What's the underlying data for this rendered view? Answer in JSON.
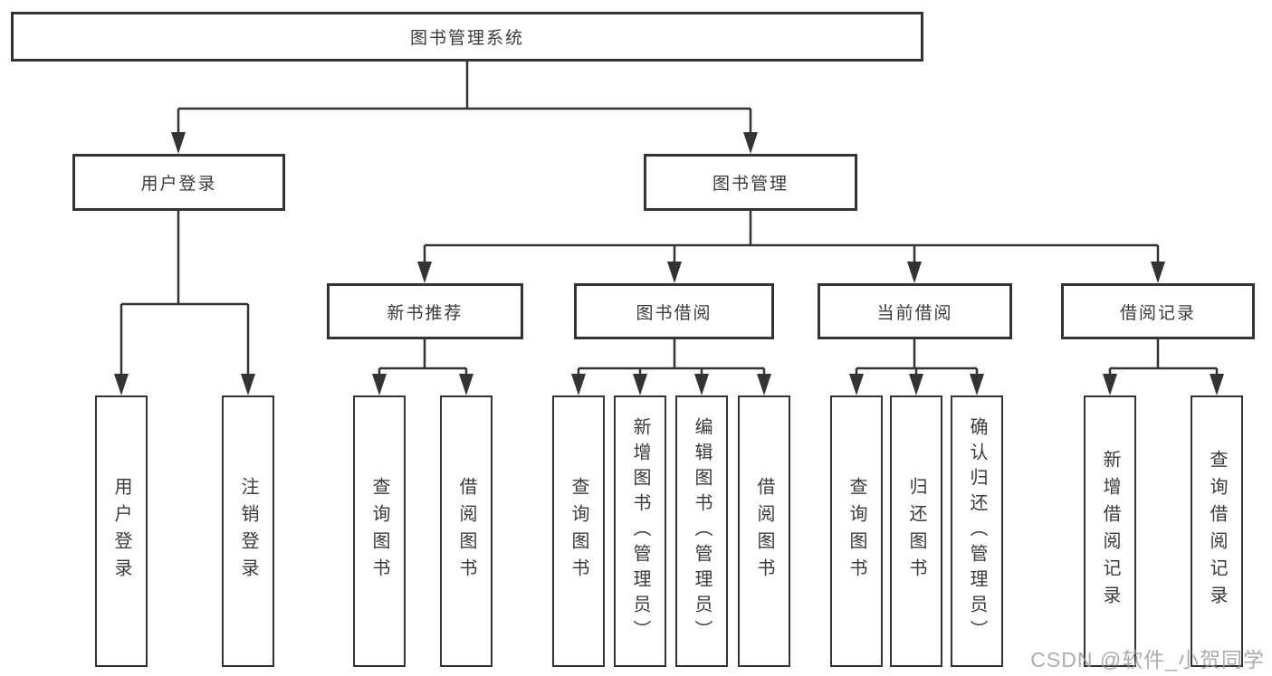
{
  "diagram": {
    "root": {
      "label": "图书管理系统"
    },
    "level2": {
      "user_login": {
        "label": "用户登录"
      },
      "book_mgmt": {
        "label": "图书管理"
      }
    },
    "level3": {
      "new_book_rec": {
        "label": "新书推荐"
      },
      "book_borrow": {
        "label": "图书借阅"
      },
      "current_borrow": {
        "label": "当前借阅"
      },
      "borrow_records": {
        "label": "借阅记录"
      }
    },
    "leaves": {
      "user_login_leaf": {
        "label": "用户登录"
      },
      "logout": {
        "label": "注销登录"
      },
      "query_book_rec": {
        "label": "查询图书"
      },
      "borrow_book_rec": {
        "label": "借阅图书"
      },
      "query_book_borrow": {
        "label": "查询图书"
      },
      "add_book_admin": {
        "label": "新增图书（管理员）"
      },
      "edit_book_admin": {
        "label": "编辑图书（管理员）"
      },
      "borrow_book_borrow": {
        "label": "借阅图书"
      },
      "query_book_current": {
        "label": "查询图书"
      },
      "return_book": {
        "label": "归还图书"
      },
      "confirm_return_admin": {
        "label": "确认归还（管理员）"
      },
      "add_borrow_record": {
        "label": "新增借阅记录"
      },
      "query_borrow_record": {
        "label": "查询借阅记录"
      }
    },
    "colors": {
      "line": "#333333",
      "text": "#3a3a3a",
      "background": "#ffffff"
    },
    "watermark": "CSDN @软件_小贺同学"
  }
}
